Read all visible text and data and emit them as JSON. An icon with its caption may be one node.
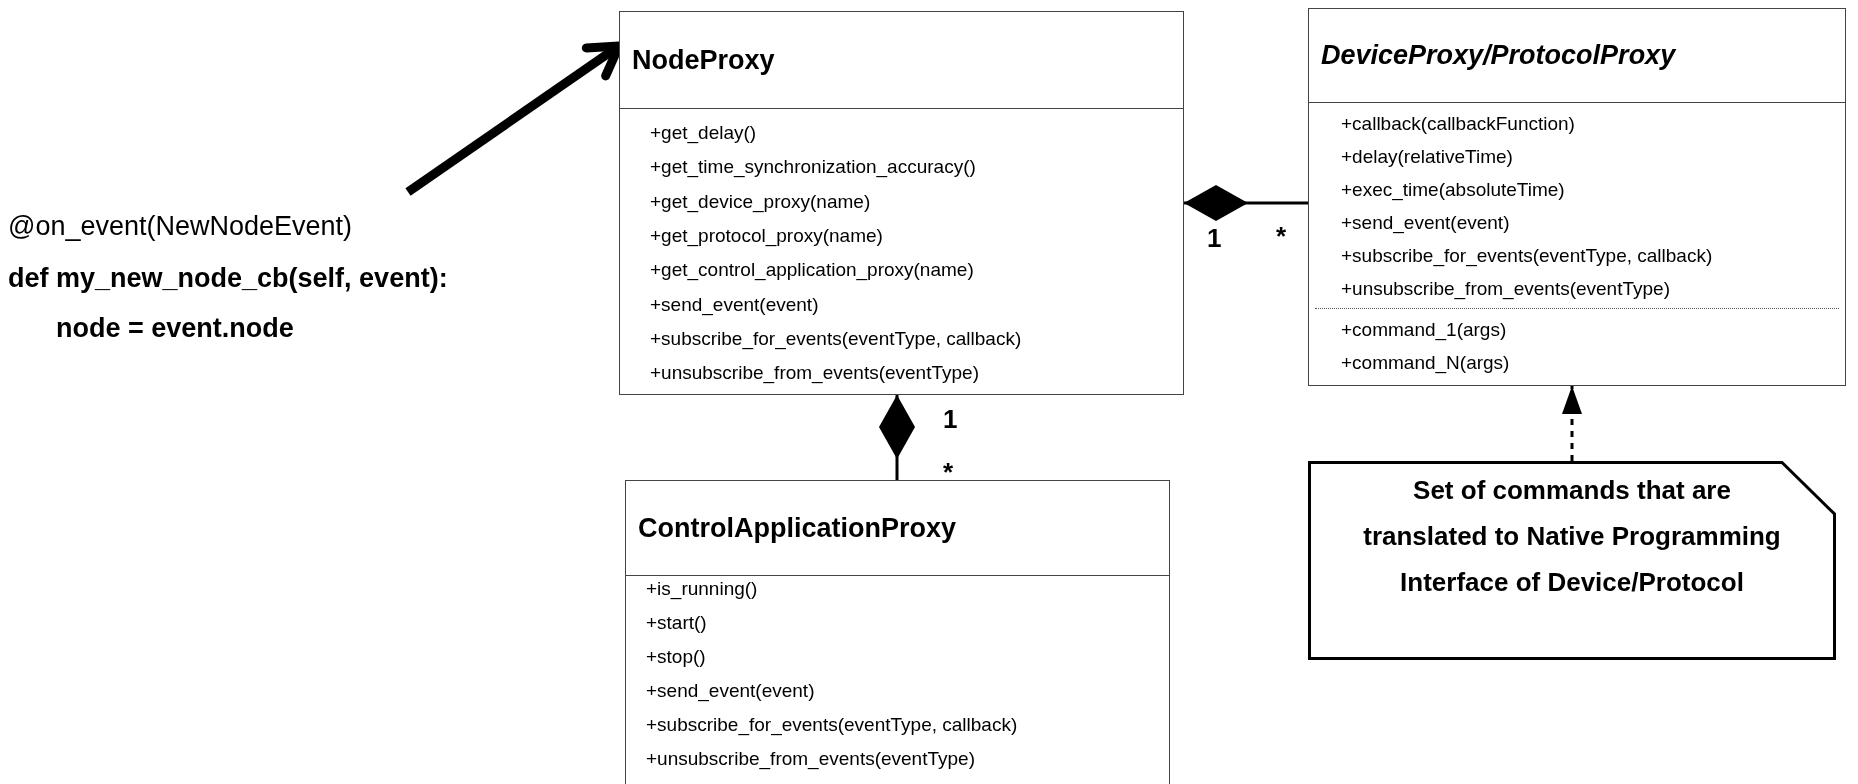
{
  "diagram": {
    "nodes": [
      {
        "text": [
          "@on_event(NewNodeEvent)",
          "def my_new_node_cb(self, event):",
          "node = event.node"
        ]
      },
      {
        "text": [
          "NodeProxy",
          "+get_delay()",
          "+get_time_synchronization_accuracy()",
          "+get_device_proxy(name)",
          "+get_protocol_proxy(name)",
          "+get_control_application_proxy(name)",
          "+send_event(event)",
          "+subscribe_for_events(eventType, callback)",
          "+unsubscribe_from_events(eventType)"
        ]
      },
      {
        "text": [
          "DeviceProxy/ProtocolProxy",
          "+callback(callbackFunction)",
          "+delay(relativeTime)",
          "+exec_time(absoluteTime)",
          "+send_event(event)",
          "+subscribe_for_events(eventType, callback)",
          "+unsubscribe_from_events(eventType)",
          "+command_1(args)",
          "+command_N(args)"
        ]
      },
      {
        "text": [
          "ControlApplicationProxy",
          "+is_running()",
          "+start()",
          "+stop()",
          "+send_event(event)",
          "+subscribe_for_events(eventType, callback)",
          "+unsubscribe_from_events(eventType)"
        ]
      },
      {
        "text": [
          "Set of commands that are translated to Native Programming Interface of Device/Protocol"
        ]
      }
    ],
    "edges": [
      {
        "from": 0,
        "to": 1,
        "arrow": "to",
        "style": "thick"
      },
      {
        "from": 2,
        "to": 1,
        "arrow": "other"
      },
      {
        "from": 3,
        "to": 1,
        "arrow": "other"
      },
      {
        "from": 4,
        "to": 2,
        "arrow": "to",
        "style": "dashed"
      }
    ],
    "labels": [
      "1",
      "*",
      "1",
      "*"
    ]
  }
}
